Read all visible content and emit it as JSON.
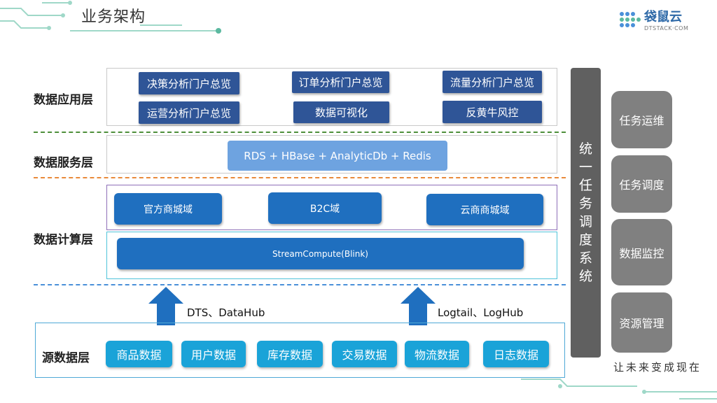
{
  "header": {
    "title": "业务架构",
    "brand_name": "袋鼠云",
    "brand_sub": "DTSTACK·COM"
  },
  "layers": {
    "app": "数据应用层",
    "service": "数据服务层",
    "compute": "数据计算层",
    "source": "源数据层"
  },
  "app_items": [
    "决策分析门户总览",
    "订单分析门户总览",
    "流量分析门户总览",
    "运营分析门户总览",
    "数据可视化",
    "反黄牛风控"
  ],
  "service_item": "RDS + HBase + AnalyticDb + Redis",
  "compute_items": [
    "官方商城域",
    "B2C域",
    "云商商城域"
  ],
  "stream_compute": "StreamCompute(Blink)",
  "arrows": {
    "left_label": "DTS、DataHub",
    "right_label": "Logtail、LogHub"
  },
  "source_items": [
    "商品数据",
    "用户数据",
    "库存数据",
    "交易数据",
    "物流数据",
    "日志数据"
  ],
  "scheduler": "统一任务调度系统",
  "side_items": [
    "任务运维",
    "任务调度",
    "数据监控",
    "资源管理"
  ],
  "slogan": "让未来变成现在",
  "colors": {
    "app_button": "#2f5597",
    "compute_button": "#1f6fbf",
    "source_button": "#1aa3d8",
    "scheduler": "#606060",
    "side_button": "#808080"
  }
}
